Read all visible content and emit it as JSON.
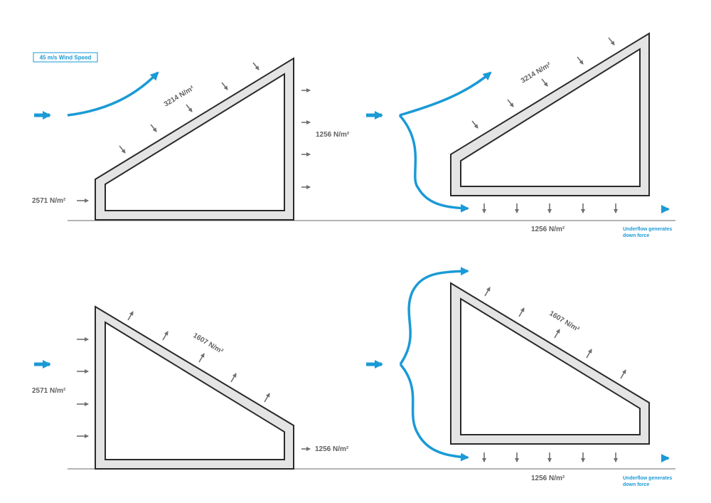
{
  "legend": {
    "wind_speed": "45 m/s Wind Speed"
  },
  "labels": {
    "top_left_roof": "3214 N/m²",
    "top_left_leeward": "1256 N/m²",
    "top_left_windward": "2571 N/m²",
    "top_right_roof": "3214 N/m²",
    "top_right_under": "1256 N/m²",
    "bottom_left_roof": "1607 N/m²",
    "bottom_left_windward": "2571 N/m²",
    "bottom_left_leeward": "1256 N/m²",
    "bottom_right_roof": "1607 N/m²",
    "bottom_right_under": "1256 N/m²"
  },
  "notes": {
    "top_right_line1": "Underflow generates",
    "top_right_line2": "down force",
    "bottom_right_line1": "Underflow generates",
    "bottom_right_line2": "down force"
  },
  "colors": {
    "flow": "#1a9ad6",
    "force": "#707070",
    "frame": "#2a2a2a",
    "wall": "#e4e4e4",
    "ground": "#888888"
  }
}
